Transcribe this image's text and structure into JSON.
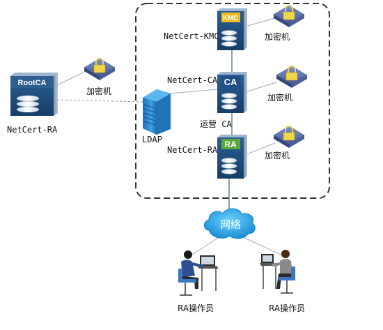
{
  "nodes": {
    "root_ca": {
      "title": "RootCA",
      "caption": "NetCert-RA"
    },
    "kmc": {
      "title": "KMC",
      "caption": "NetCert-KMC"
    },
    "ca": {
      "title": "CA",
      "caption": "NetCert-CA",
      "sub_caption": "运营 CA"
    },
    "ra": {
      "title": "RA",
      "caption": "NetCert-RA"
    },
    "ldap": {
      "caption": "LDAP"
    },
    "network": {
      "caption": "网络"
    }
  },
  "encryptors": [
    {
      "id": "root",
      "caption": "加密机"
    },
    {
      "id": "kmc",
      "caption": "加密机"
    },
    {
      "id": "ca",
      "caption": "加密机"
    },
    {
      "id": "ra",
      "caption": "加密机"
    }
  ],
  "operators": [
    {
      "caption": "RA操作员"
    },
    {
      "caption": "RA操作员"
    }
  ],
  "colors": {
    "server_face": "#1c4a78",
    "server_side": "#173e66",
    "root_header": "#2e5f91",
    "kmc_header": "#f2b81c",
    "ca_header": "#1f4f86",
    "ra_header": "#5aa83a",
    "encryptor": "#5a6fae",
    "cloud": "#2aa3e0",
    "dashed_box": "#333333"
  }
}
